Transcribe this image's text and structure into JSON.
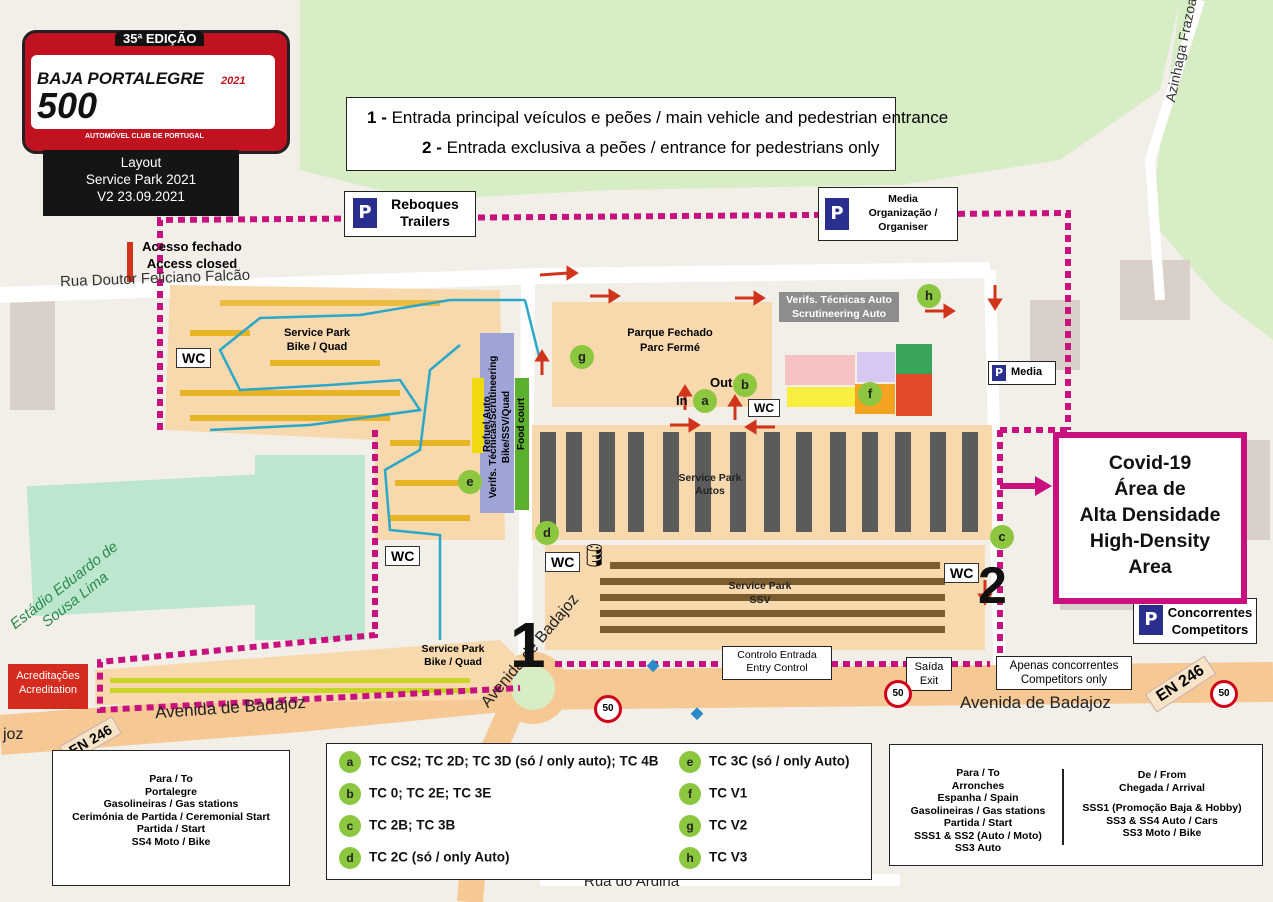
{
  "logo": {
    "edition": "35ª EDIÇÃO",
    "name": "BAJA PORTALEGRE",
    "year": "2021",
    "number": "500",
    "club": "AUTOMÓVEL CLUB DE PORTUGAL"
  },
  "layout_box": {
    "line1": "Layout",
    "line2": "Service Park 2021",
    "line3": "V2 23.09.2021"
  },
  "entrances": {
    "line1_num": "1",
    "line1_text": "Entrada principal veículos e peões / main vehicle and pedestrian entrance",
    "line2_num": "2",
    "line2_text": "Entrada exclusiva a peões / entrance for pedestrians only"
  },
  "parking": {
    "p_symbol": "P",
    "trailers": {
      "line1": "Reboques",
      "line2": "Trailers"
    },
    "media_org": {
      "line1": "Media",
      "line2": "Organização /",
      "line3": "Organiser"
    },
    "media": "Media",
    "competitors": {
      "line1": "Concorrentes",
      "line2": "Competitors"
    }
  },
  "access_closed": {
    "line1": "Acesso fechado",
    "line2": "Access closed"
  },
  "streets": {
    "rua_feliciano": "Rua Doutor Feliciano Falcão",
    "azinhaga": "Azinhaga Frazoa",
    "av_badajoz_1": "Avenida de Badajoz",
    "av_badajoz_2": "Avenida de Badajoz",
    "av_badajoz_3": "Avenida de Badajoz",
    "en246_left": "EN 246",
    "en246_right": "EN 246",
    "rua_ardina": "Rua do Ardina",
    "joz": "joz"
  },
  "stadium": "Estádio Eduardo de Sousa Lima",
  "zones": {
    "service_park_bike": {
      "line1": "Service Park",
      "line2": "Bike / Quad"
    },
    "service_park_bike_2": {
      "line1": "Service Park",
      "line2": "Bike / Quad"
    },
    "parque_fechado": {
      "line1": "Parque Fechado",
      "line2": "Parc Fermé"
    },
    "service_park_autos": {
      "line1": "Service Park",
      "line2": "Autos"
    },
    "service_park_ssv": {
      "line1": "Service Park",
      "line2": "SSV"
    },
    "verifs_auto": {
      "line1": "Verifs. Técnicas Auto",
      "line2": "Scrutineering Auto"
    },
    "refuel": "Refuel Auto",
    "verifs_bike": {
      "line1": "Verifs. Técnicas/Scrutineering",
      "line2": "Bike/SSV/Quad"
    },
    "food_court": "Food court",
    "in_a": "In",
    "out_b": "Out"
  },
  "wc": "WC",
  "covid": {
    "line1": "Covid-19",
    "line2": "Área de",
    "line3": "Alta Densidade",
    "line4": "High-Density",
    "line5": "Area"
  },
  "entry_control": {
    "line1": "Controlo Entrada",
    "line2": "Entry Control"
  },
  "saida": {
    "line1": "Saída",
    "line2": "Exit"
  },
  "competitors_only": {
    "line1": "Apenas concorrentes",
    "line2": "Competitors only"
  },
  "accreditation": {
    "line1": "Acreditações",
    "line2": "Acreditation"
  },
  "speed": "50",
  "big_numbers": {
    "one": "1",
    "two": "2"
  },
  "legend_left": {
    "lines": [
      "Para / To",
      "Portalegre",
      "Gasolineiras / Gas stations",
      "Cerimónia de Partida / Ceremonial Start",
      "Partida / Start",
      "SS4 Moto / Bike"
    ]
  },
  "legend_codes": [
    {
      "code": "a",
      "text": "TC CS2; TC 2D; TC 3D (só / only auto); TC 4B"
    },
    {
      "code": "b",
      "text": "TC 0; TC 2E; TC 3E"
    },
    {
      "code": "c",
      "text": "TC 2B; TC 3B"
    },
    {
      "code": "d",
      "text": "TC 2C (só / only Auto)"
    },
    {
      "code": "e",
      "text": "TC 3C (só / only Auto)"
    },
    {
      "code": "f",
      "text": "TC V1"
    },
    {
      "code": "g",
      "text": "TC V2"
    },
    {
      "code": "h",
      "text": "TC V3"
    }
  ],
  "legend_right": {
    "to": [
      "Para / To",
      "Arronches",
      "Espanha / Spain",
      "Gasolineiras / Gas stations",
      "Partida / Start",
      "SSS1 & SS2 (Auto / Moto)",
      "SS3 Auto"
    ],
    "from": [
      "De / From",
      "Chegada / Arrival",
      "",
      "SSS1 (Promoção Baja & Hobby)",
      "SS3 & SS4 Auto / Cars",
      "SS3 Moto / Bike"
    ]
  },
  "colors": {
    "magenta": "#c8117f",
    "zone_orange": "#f7d9ad",
    "p_blue": "#2a2f8f",
    "green_marker": "#8dc63f",
    "arrow_red": "#d0341b",
    "water_blue": "#2aa7c9"
  }
}
